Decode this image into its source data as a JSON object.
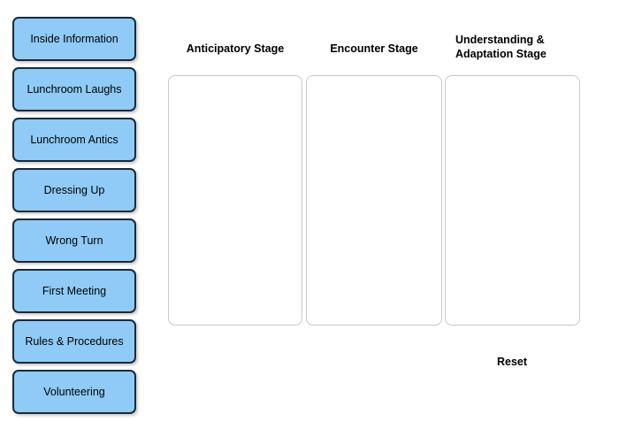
{
  "background_color": "#ffffff",
  "item_card": {
    "fill_color": "#8fcbf6",
    "border_color": "#1c2a38",
    "text_color": "#000000"
  },
  "drop_zone": {
    "border_color": "#c8c8c8",
    "fill_color": "#ffffff"
  },
  "draggable_items": [
    {
      "label": "Inside Information"
    },
    {
      "label": "Lunchroom Laughs"
    },
    {
      "label": "Lunchroom Antics"
    },
    {
      "label": "Dressing Up"
    },
    {
      "label": "Wrong Turn"
    },
    {
      "label": "First Meeting"
    },
    {
      "label": "Rules & Procedures"
    },
    {
      "label": "Volunteering"
    }
  ],
  "stages": [
    {
      "heading": "Anticipatory Stage",
      "items": []
    },
    {
      "heading": "Encounter Stage",
      "items": []
    },
    {
      "heading": "Understanding & Adaptation Stage",
      "items": []
    }
  ],
  "controls": {
    "reset_label": "Reset"
  }
}
